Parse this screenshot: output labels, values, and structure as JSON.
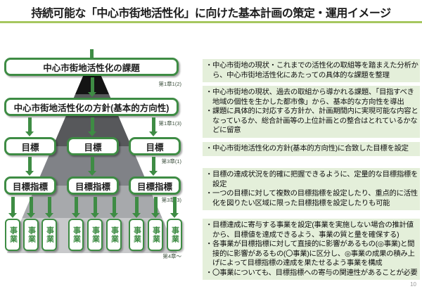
{
  "page": {
    "title": "持続可能な「中心市街地活性化」に向けた基本計画の策定・運用イメージ",
    "page_number": "10"
  },
  "colors": {
    "accent_green": "#3e8c44",
    "title_rule_green": "#a6c75f",
    "note_background": "#e4efda",
    "pyramid_bands": [
      "#141414",
      "#57585b",
      "#808287",
      "#a7a9ac",
      "#c8c9cb"
    ]
  },
  "diagram": {
    "boxes": {
      "issues": "中心市街地活性化の課題",
      "policy": "中心市街地活性化の方針(基本的方向性)",
      "goal": "目標",
      "goal_indicator": "目標指標",
      "project": "事業"
    },
    "chapter_labels": {
      "issues": "第1章1(2)",
      "policy": "第1章1(3)",
      "goal": "第3章(1)",
      "goal_indicator": "第3章(3)",
      "project": "第4章～"
    }
  },
  "notes": [
    {
      "bullets": [
        "中心市街地の現状・これまでの活性化の取組等を踏まえた分析から、中心市街地活性化にあたっての具体的な課題を整理"
      ]
    },
    {
      "bullets": [
        "中心市街地の現状、過去の取組から導かれる課題、「目指すべき地域の個性を生かした都市像」から、基本的な方向性を導出",
        "課題に具体的に対応する方針か、計画期間内に実現可能な内容となっているか、総合計画等の上位計画との整合はとれているかなどに留意"
      ]
    },
    {
      "bullets": [
        "中心市街地活性化の方針(基本的方向性)に合致した目標を設定"
      ]
    },
    {
      "bullets": [
        "目標の達成状況を的確に把握できるように、定量的な目標指標を設定",
        "一つの目標に対して複数の目標指標を設定したり、重点的に活性化を図りたい区域に限った目標指標を設定したりも可能"
      ]
    },
    {
      "bullets": [
        "目標達成に寄与する事業を設定(事業を実施しない場合の推計値から、目標値を達成できるよう、事業の質と量を確保する)",
        "各事業が目標指標に対して直接的に影響があるもの(◎事業)と間接的に影響があるもの(〇事業)に区分し、◎事業の成果の積み上げによって目標指標の達成を果たせるよう事業を構成",
        "〇事業についても、目標指標への寄与の関連性があることが必要"
      ]
    }
  ],
  "bullet_glyph": "・"
}
